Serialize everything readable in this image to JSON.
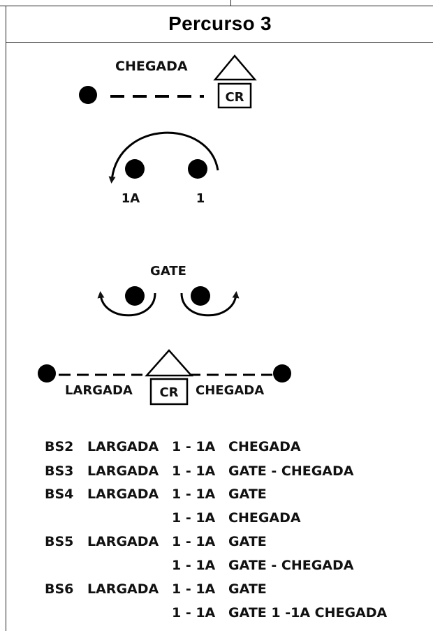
{
  "title": "Percurso 3",
  "labels": {
    "top_chegada": "CHEGADA",
    "top_cr": "CR",
    "cone_1a": "1A",
    "cone_1": "1",
    "gate": "GATE",
    "largada": "LARGADA",
    "bottom_cr": "CR",
    "bottom_chegada": "CHEGADA"
  },
  "legend": [
    {
      "code": "BS2",
      "start": "LARGADA",
      "seq": "1 - 1A",
      "end": "CHEGADA"
    },
    {
      "code": "BS3",
      "start": "LARGADA",
      "seq": "1 - 1A",
      "end": "GATE - CHEGADA"
    },
    {
      "code": "BS4",
      "start": "LARGADA",
      "seq": "1 - 1A",
      "end": "GATE"
    },
    {
      "code": "",
      "start": "",
      "seq": "1 - 1A",
      "end": "CHEGADA"
    },
    {
      "code": "BS5",
      "start": "LARGADA",
      "seq": "1 - 1A",
      "end": "GATE"
    },
    {
      "code": "",
      "start": "",
      "seq": "1 - 1A",
      "end": "GATE - CHEGADA"
    },
    {
      "code": "BS6",
      "start": "LARGADA",
      "seq": "1 - 1A",
      "end": "GATE"
    },
    {
      "code": "",
      "start": "",
      "seq": "1 - 1A",
      "end": "GATE  1 -1A CHEGADA"
    }
  ]
}
